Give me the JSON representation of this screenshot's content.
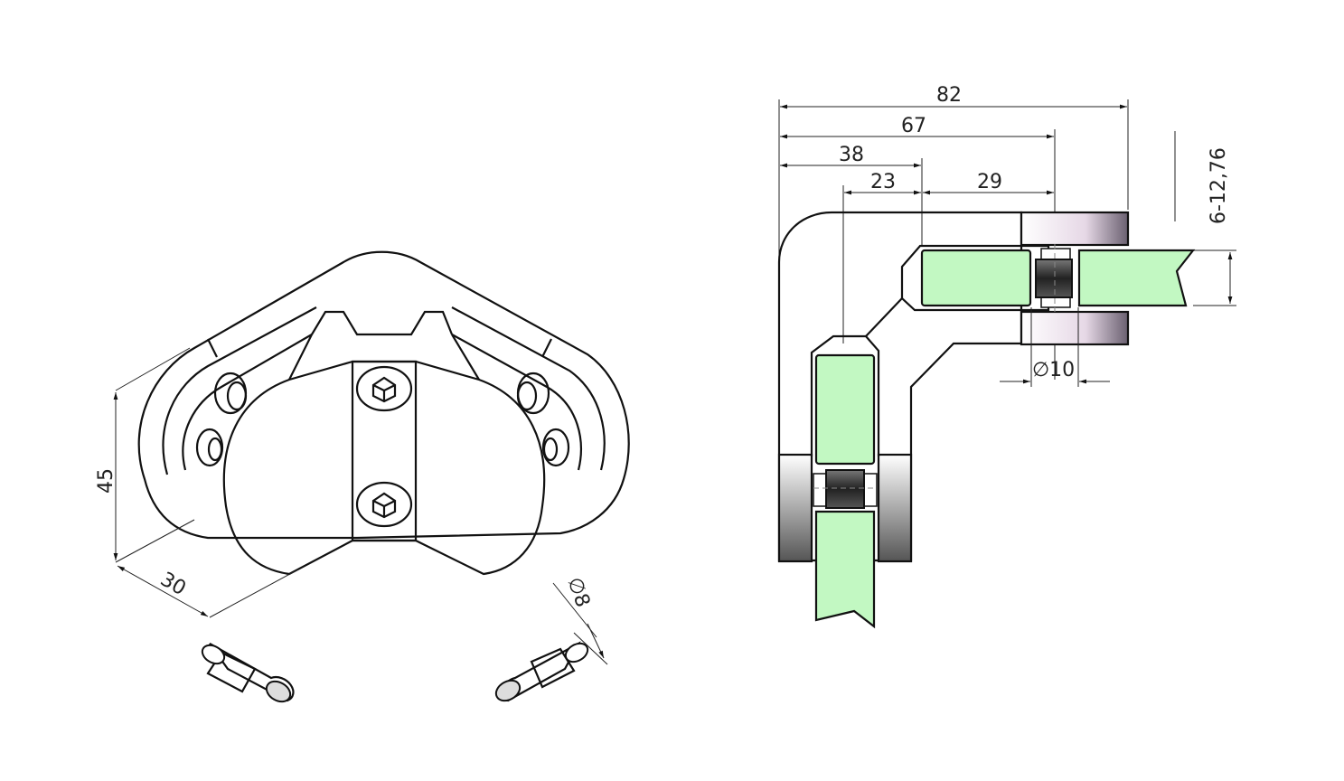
{
  "colors": {
    "glass": "#c2f8c2",
    "line": "#111111",
    "pin_dark": "#3a3a3a"
  },
  "side_view": {
    "dim_overall_width": "82",
    "dim_to_pin": "67",
    "dim_to_slot": "38",
    "dim_glass_offset": "23",
    "dim_slot_to_pin": "29",
    "dim_glass_thickness": "6-12,76",
    "dim_hole_diameter": "∅10"
  },
  "iso_view": {
    "dim_height": "45",
    "dim_depth": "30",
    "dim_pin_diameter": "∅8"
  }
}
